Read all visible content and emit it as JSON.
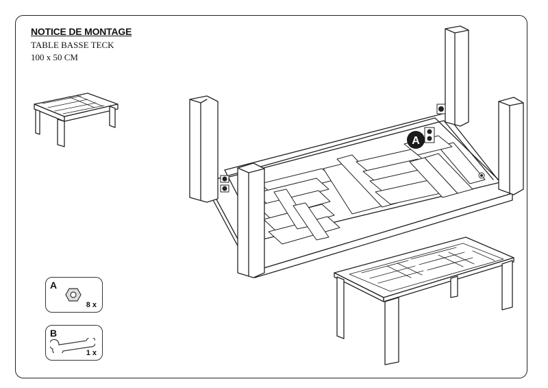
{
  "header": {
    "title": "NOTICE DE MONTAGE",
    "subtitle": "TABLE BASSE TECK",
    "dimensions": "100 x 50 CM"
  },
  "callout": {
    "label": "A"
  },
  "parts": [
    {
      "letter": "A",
      "quantity": "8 x",
      "icon": "nut-icon"
    },
    {
      "letter": "B",
      "quantity": "1 x",
      "icon": "wrench-icon"
    }
  ]
}
